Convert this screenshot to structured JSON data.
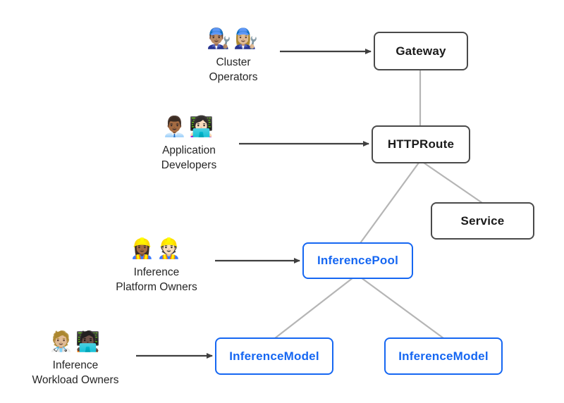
{
  "colors": {
    "background": "#ffffff",
    "core_border": "#4a4a4a",
    "core_text": "#1a1a1a",
    "extension_accent": "#1667f2",
    "connector": "#b5b5b5",
    "arrow": "#3f3f3f",
    "persona_text": "#262626"
  },
  "personas": [
    {
      "id": "cluster-operators",
      "emojis": [
        "👨🏽‍🔧",
        "👩🏼‍🔧"
      ],
      "label_lines": [
        "Cluster",
        "Operators"
      ],
      "points_to": "Gateway"
    },
    {
      "id": "application-developers",
      "emojis": [
        "👨🏾‍💼",
        "👩🏻‍💻"
      ],
      "label_lines": [
        "Application",
        "Developers"
      ],
      "points_to": "HTTPRoute"
    },
    {
      "id": "inference-platform-owners",
      "emojis": [
        "👷🏾‍♀️",
        "👷🏻"
      ],
      "label_lines": [
        "Inference",
        "Platform Owners"
      ],
      "points_to": "InferencePool"
    },
    {
      "id": "inference-workload-owners",
      "emojis": [
        "🧑🏼‍⚕️",
        "🧑🏿‍💻"
      ],
      "label_lines": [
        "Inference",
        "Workload Owners"
      ],
      "points_to": "InferenceModel"
    }
  ],
  "resources": [
    {
      "id": "gateway",
      "label": "Gateway",
      "kind": "core"
    },
    {
      "id": "httproute",
      "label": "HTTPRoute",
      "kind": "core"
    },
    {
      "id": "service",
      "label": "Service",
      "kind": "core"
    },
    {
      "id": "inferencepool",
      "label": "InferencePool",
      "kind": "extension"
    },
    {
      "id": "inferencemodel-left",
      "label": "InferenceModel",
      "kind": "extension"
    },
    {
      "id": "inferencemodel-right",
      "label": "InferenceModel",
      "kind": "extension"
    }
  ],
  "edges": [
    {
      "from": "Gateway",
      "to": "HTTPRoute"
    },
    {
      "from": "HTTPRoute",
      "to": "InferencePool"
    },
    {
      "from": "HTTPRoute",
      "to": "Service"
    },
    {
      "from": "InferencePool",
      "to": "InferenceModel (left)"
    },
    {
      "from": "InferencePool",
      "to": "InferenceModel (right)"
    }
  ]
}
